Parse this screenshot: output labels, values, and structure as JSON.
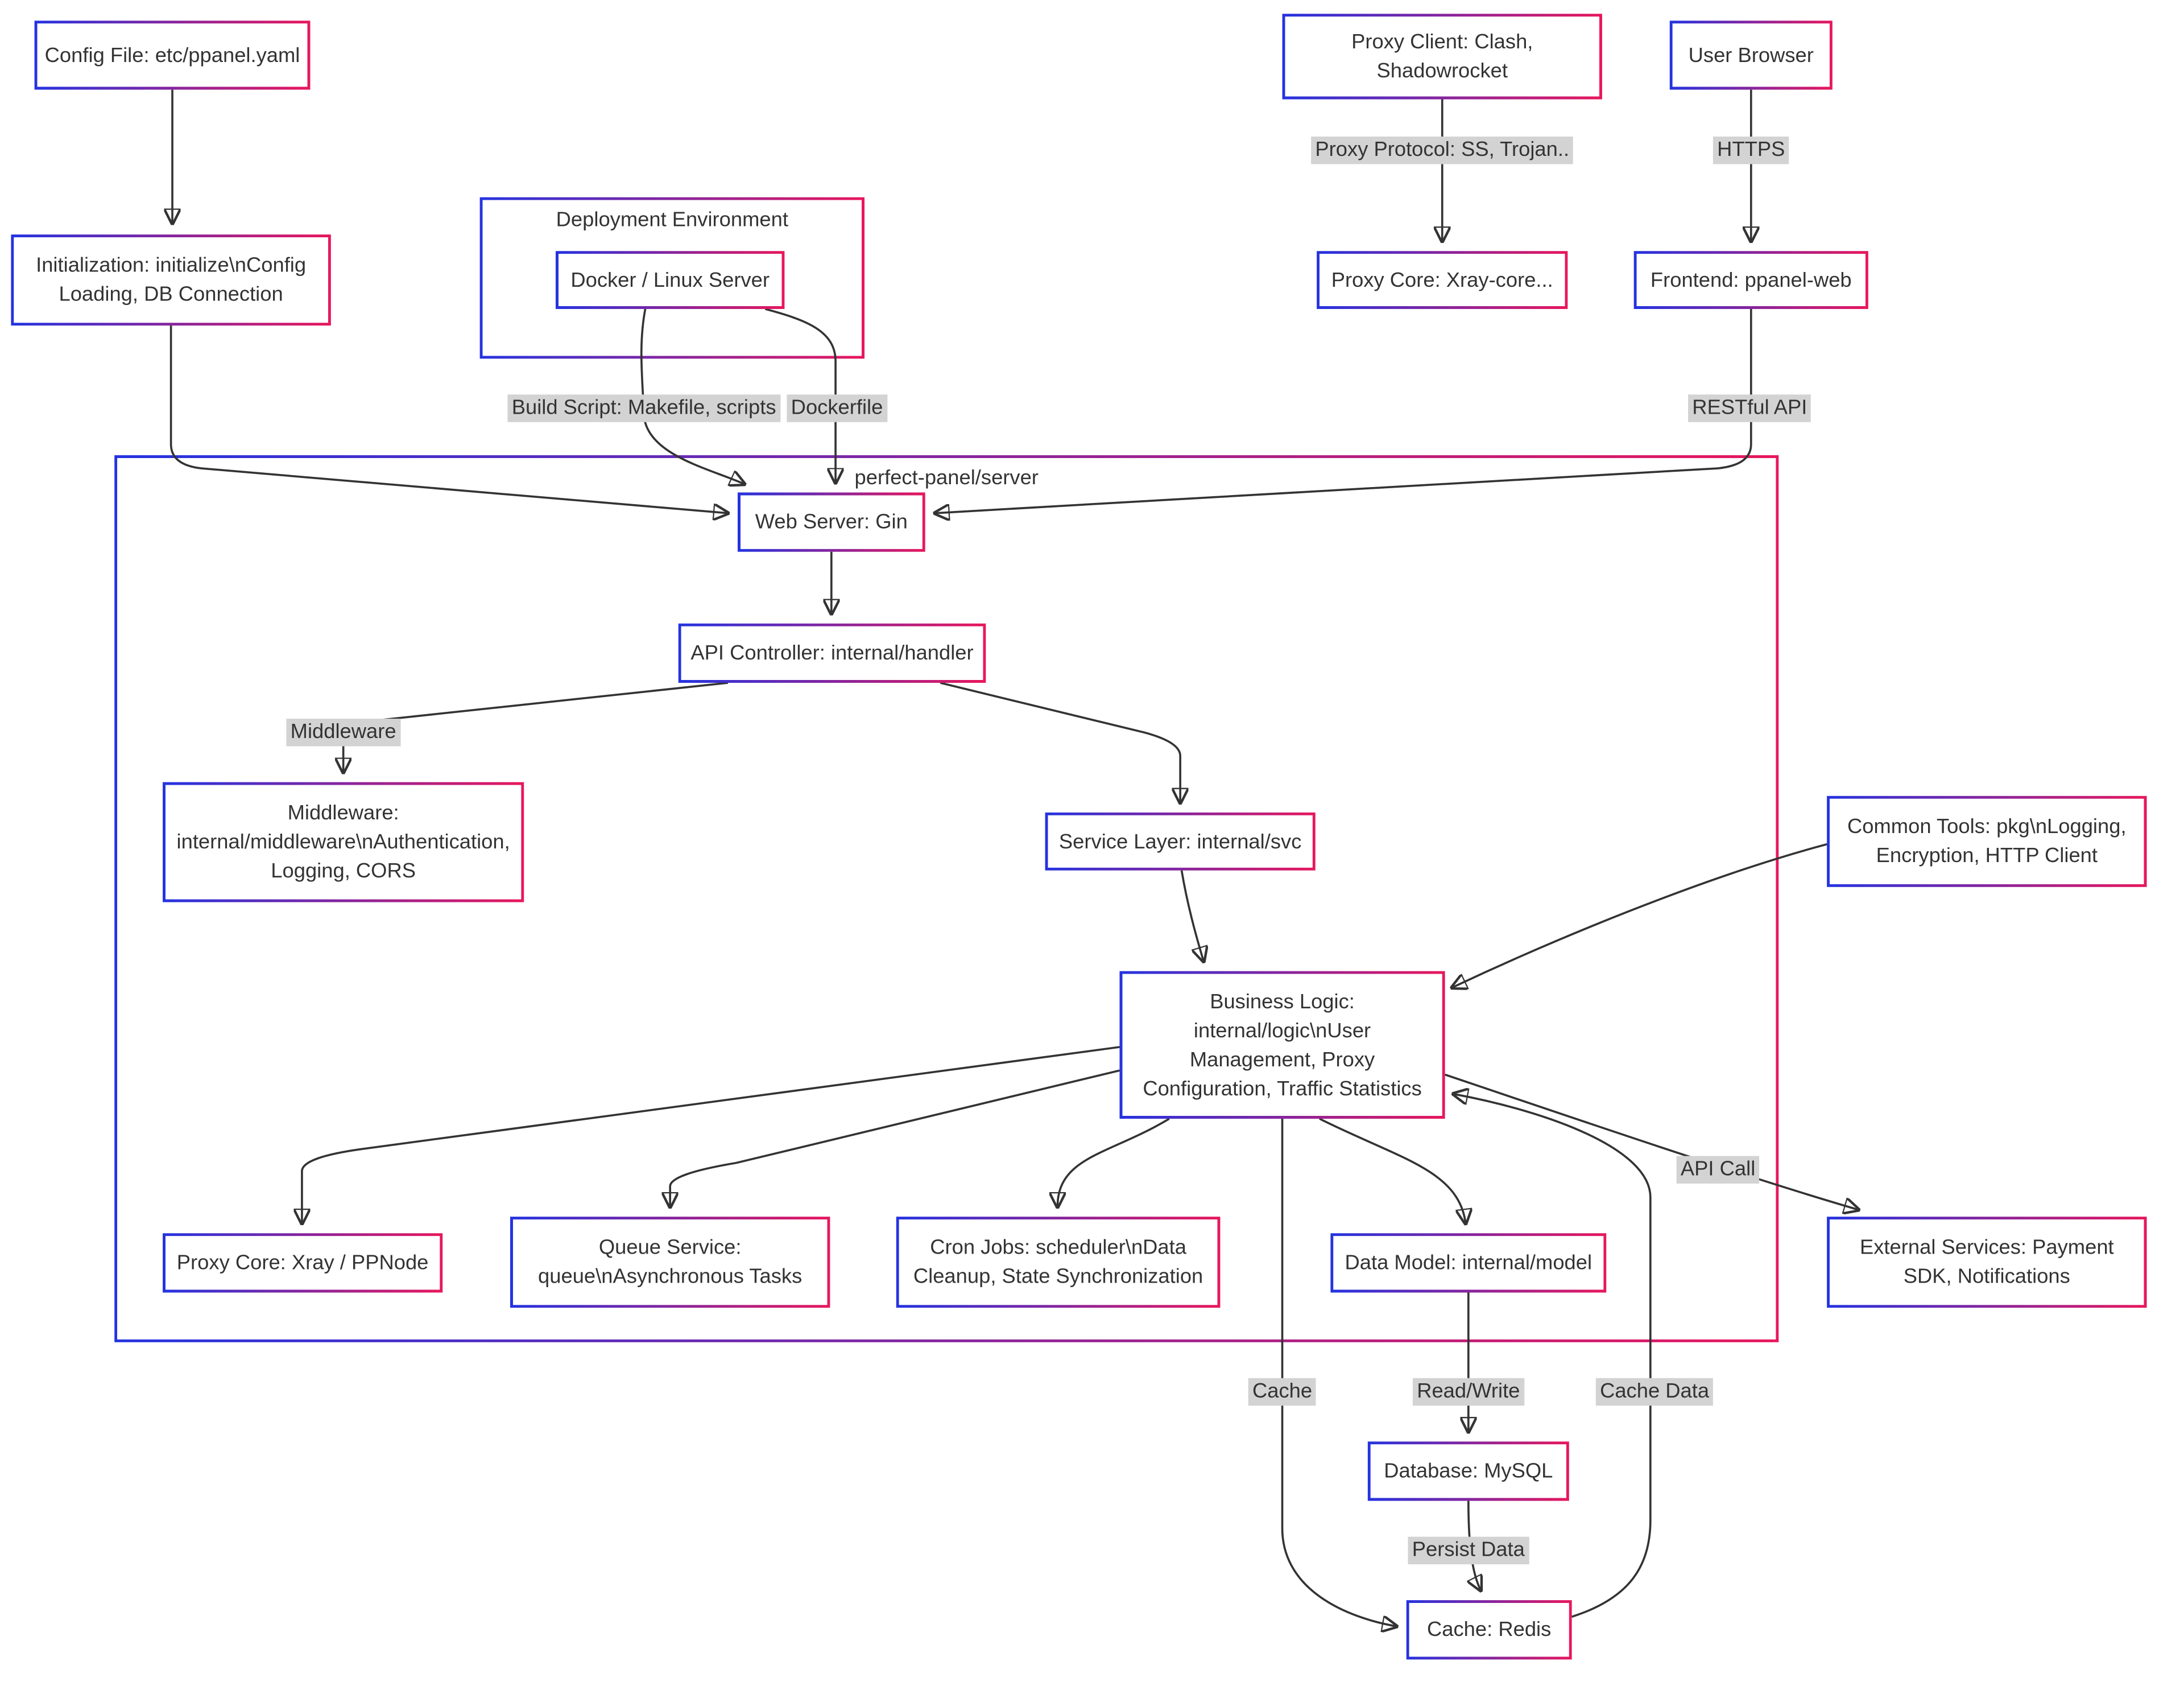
{
  "colors": {
    "border_blue": "#2433e0",
    "border_pink": "#e8175d",
    "edge_label_bg": "#d3d3d3",
    "text": "#333333",
    "line": "#333333",
    "background": "#ffffff"
  },
  "containers": {
    "deployment": {
      "label": "Deployment Environment"
    },
    "server": {
      "label": "perfect-panel/server"
    }
  },
  "nodes": {
    "config_file": {
      "label": "Config File: etc/ppanel.yaml"
    },
    "proxy_client": {
      "label": "Proxy Client: Clash, Shadowrocket"
    },
    "user_browser": {
      "label": "User Browser"
    },
    "initialization": {
      "label": "Initialization: initialize\\nConfig Loading, DB Connection"
    },
    "docker": {
      "label": "Docker / Linux Server"
    },
    "proxy_core_xray": {
      "label": "Proxy Core: Xray-core..."
    },
    "frontend": {
      "label": "Frontend: ppanel-web"
    },
    "web_server": {
      "label": "Web Server: Gin"
    },
    "api_controller": {
      "label": "API Controller: internal/handler"
    },
    "middleware": {
      "label": "Middleware: internal/middleware\\nAuthentication, Logging, CORS"
    },
    "service_layer": {
      "label": "Service Layer: internal/svc"
    },
    "business_logic": {
      "label": "Business Logic: internal/logic\\nUser Management, Proxy Configuration, Traffic Statistics"
    },
    "common_tools": {
      "label": "Common Tools: pkg\\nLogging, Encryption, HTTP Client"
    },
    "proxy_core_node": {
      "label": "Proxy Core: Xray / PPNode"
    },
    "queue_service": {
      "label": "Queue Service: queue\\nAsynchronous Tasks"
    },
    "cron_jobs": {
      "label": "Cron Jobs: scheduler\\nData Cleanup, State Synchronization"
    },
    "data_model": {
      "label": "Data Model: internal/model"
    },
    "external_services": {
      "label": "External Services: Payment SDK, Notifications"
    },
    "database": {
      "label": "Database: MySQL"
    },
    "cache_redis": {
      "label": "Cache: Redis"
    }
  },
  "edge_labels": {
    "proxy_protocol": "Proxy Protocol: SS, Trojan..",
    "https": "HTTPS",
    "build_script": "Build Script: Makefile, scripts",
    "dockerfile": "Dockerfile",
    "restful_api": "RESTful API",
    "middleware": "Middleware",
    "api_call": "API Call",
    "cache": "Cache",
    "read_write": "Read/Write",
    "cache_data": "Cache Data",
    "persist_data": "Persist Data"
  }
}
